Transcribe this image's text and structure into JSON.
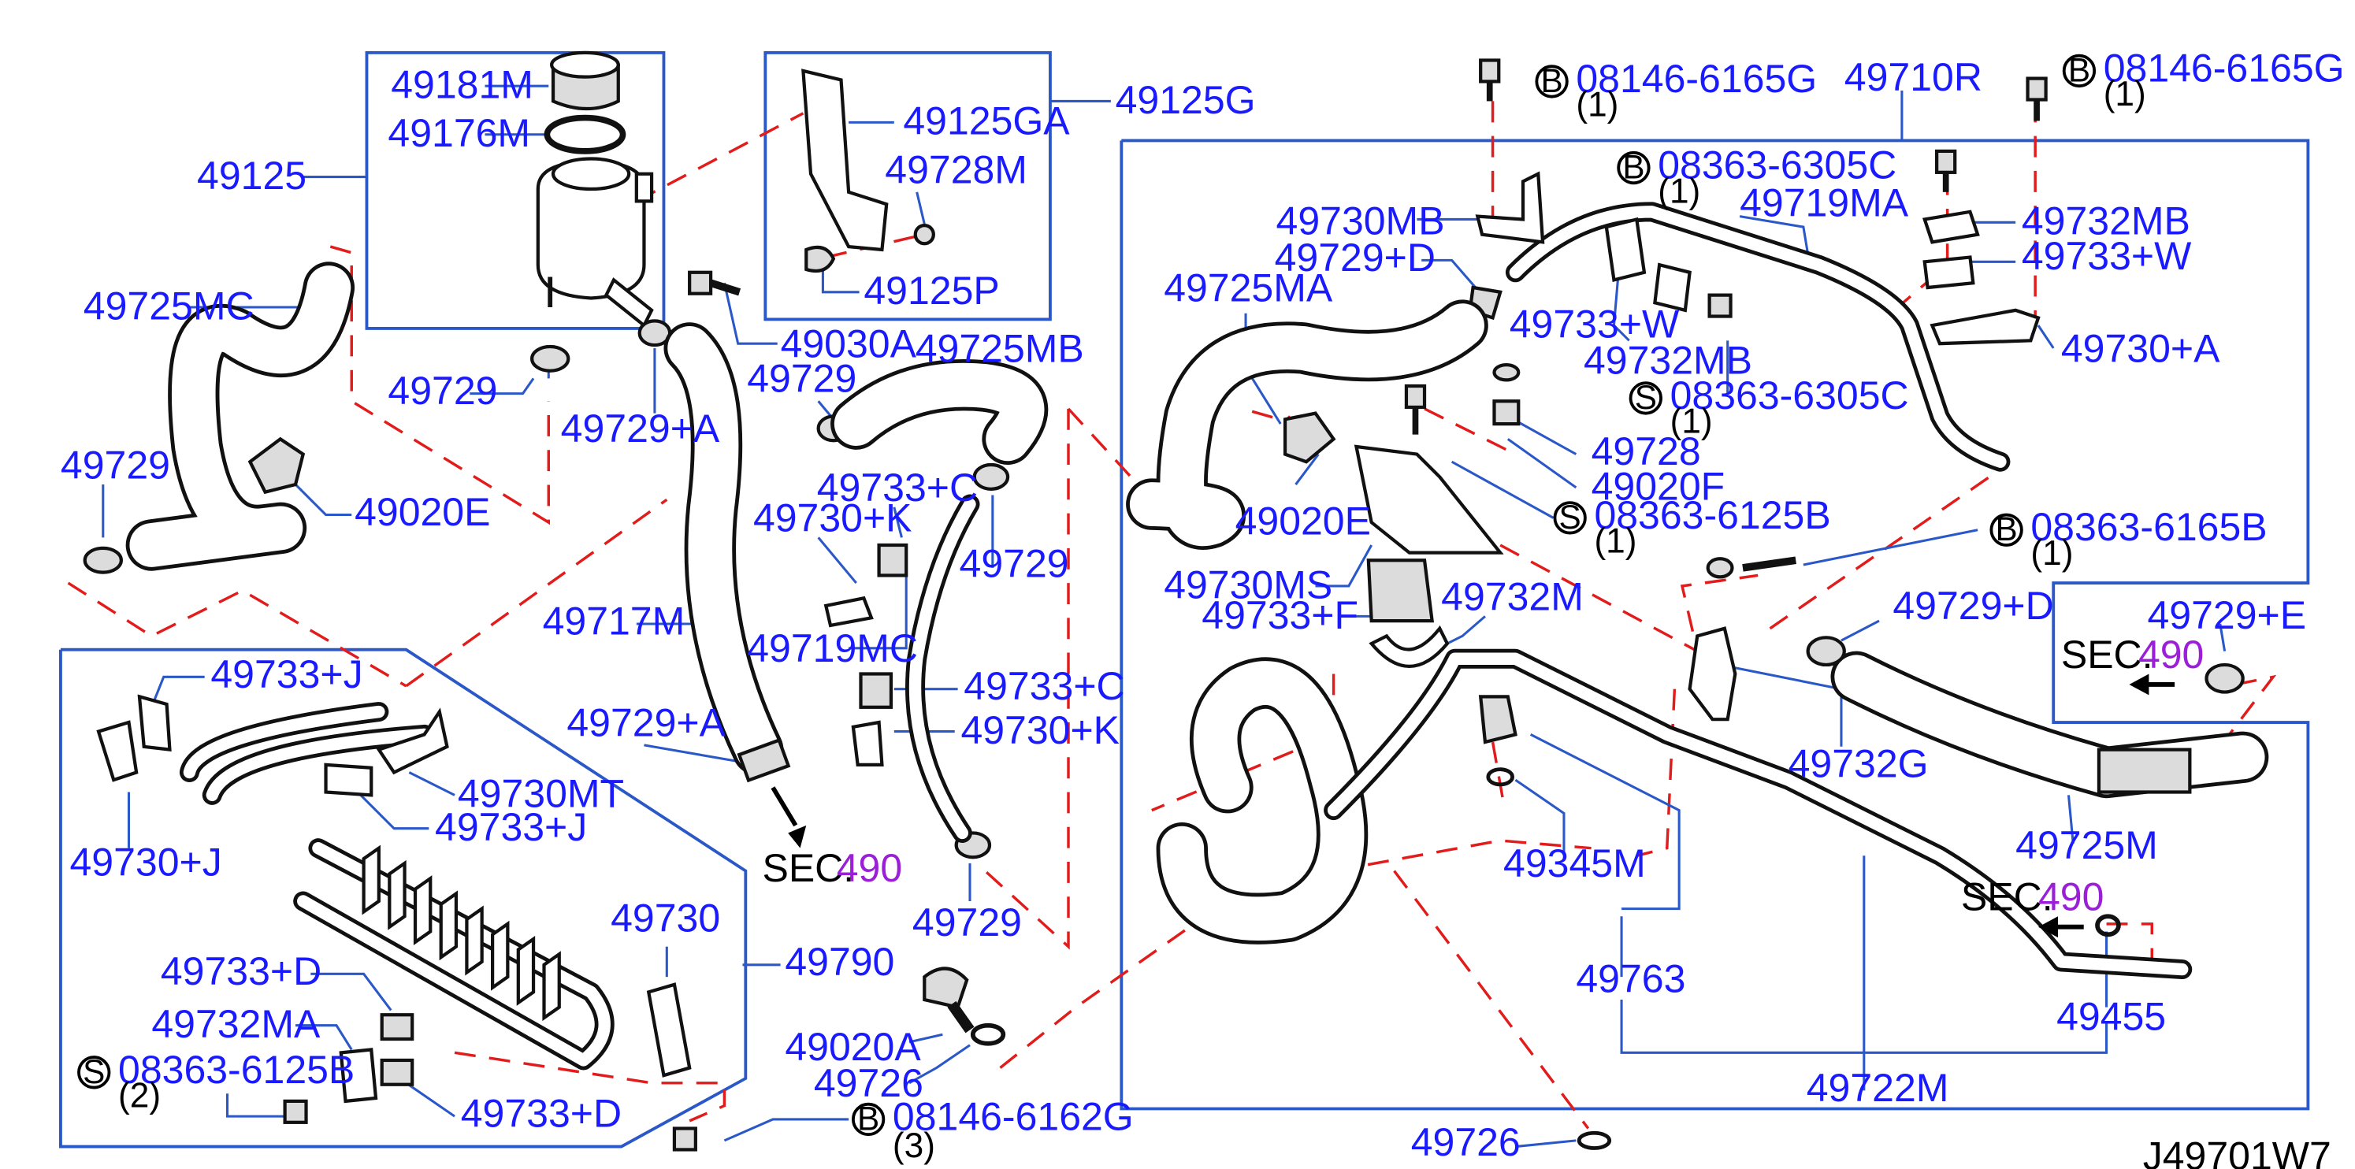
{
  "drawing_code": "J49701W7",
  "parts": [
    {
      "id": "p49181M",
      "text": "49181M"
    },
    {
      "id": "p49176M",
      "text": "49176M"
    },
    {
      "id": "p49125",
      "text": "49125"
    },
    {
      "id": "p49125GA",
      "text": "49125GA"
    },
    {
      "id": "p49125G",
      "text": "49125G"
    },
    {
      "id": "p49728M",
      "text": "49728M"
    },
    {
      "id": "p49125P",
      "text": "49125P"
    },
    {
      "id": "p49725MC",
      "text": "49725MC"
    },
    {
      "id": "p49030A",
      "text": "49030A"
    },
    {
      "id": "p49729_a",
      "text": "49729"
    },
    {
      "id": "p49729A_a",
      "text": "49729+A"
    },
    {
      "id": "p49725MB",
      "text": "49725MB"
    },
    {
      "id": "p49729_b",
      "text": "49729"
    },
    {
      "id": "p49729_c",
      "text": "49729"
    },
    {
      "id": "p49020E_a",
      "text": "49020E"
    },
    {
      "id": "p49733C_a",
      "text": "49733+C"
    },
    {
      "id": "p49730K_a",
      "text": "49730+K"
    },
    {
      "id": "p49729_d",
      "text": "49729"
    },
    {
      "id": "p49717M",
      "text": "49717M"
    },
    {
      "id": "p49719MC",
      "text": "49719MC"
    },
    {
      "id": "p49733C_b",
      "text": "49733+C"
    },
    {
      "id": "p49729A_b",
      "text": "49729+A"
    },
    {
      "id": "p49730K_b",
      "text": "49730+K"
    },
    {
      "id": "p49733J_a",
      "text": "49733+J"
    },
    {
      "id": "p49730MT",
      "text": "49730MT"
    },
    {
      "id": "p49733J_b",
      "text": "49733+J"
    },
    {
      "id": "p49730J",
      "text": "49730+J"
    },
    {
      "id": "p49729_e",
      "text": "49729"
    },
    {
      "id": "p49730",
      "text": "49730"
    },
    {
      "id": "p49790",
      "text": "49790"
    },
    {
      "id": "p49733D_a",
      "text": "49733+D"
    },
    {
      "id": "p49732MA",
      "text": "49732MA"
    },
    {
      "id": "p49733D_b",
      "text": "49733+D"
    },
    {
      "id": "p49020A",
      "text": "49020A"
    },
    {
      "id": "p49726_a",
      "text": "49726"
    },
    {
      "id": "p49710R",
      "text": "49710R"
    },
    {
      "id": "p49730MB",
      "text": "49730MB"
    },
    {
      "id": "p49719MA",
      "text": "49719MA"
    },
    {
      "id": "p49732MB_a",
      "text": "49732MB"
    },
    {
      "id": "p49729D_a",
      "text": "49729+D"
    },
    {
      "id": "p49733W_a",
      "text": "49733+W"
    },
    {
      "id": "p49725MA",
      "text": "49725MA"
    },
    {
      "id": "p49733W_b",
      "text": "49733+W"
    },
    {
      "id": "p49732MB_b",
      "text": "49732MB"
    },
    {
      "id": "p49730A",
      "text": "49730+A"
    },
    {
      "id": "p49728",
      "text": "49728"
    },
    {
      "id": "p49020F",
      "text": "49020F"
    },
    {
      "id": "p49020E_b",
      "text": "49020E"
    },
    {
      "id": "p49730MS",
      "text": "49730MS"
    },
    {
      "id": "p49733F",
      "text": "49733+F"
    },
    {
      "id": "p49732M",
      "text": "49732M"
    },
    {
      "id": "p49729D_b",
      "text": "49729+D"
    },
    {
      "id": "p49729E",
      "text": "49729+E"
    },
    {
      "id": "p49732G",
      "text": "49732G"
    },
    {
      "id": "p49725M",
      "text": "49725M"
    },
    {
      "id": "p49345M",
      "text": "49345M"
    },
    {
      "id": "p49763",
      "text": "49763"
    },
    {
      "id": "p49455",
      "text": "49455"
    },
    {
      "id": "p49722M",
      "text": "49722M"
    },
    {
      "id": "p49726_b",
      "text": "49726"
    }
  ],
  "fasteners": [
    {
      "id": "f1",
      "letter": "B",
      "code": "08146-6165G",
      "qty": "(1)"
    },
    {
      "id": "f2",
      "letter": "B",
      "code": "08146-6165G",
      "qty": "(1)"
    },
    {
      "id": "f3",
      "letter": "B",
      "code": "08363-6305C",
      "qty": "(1)"
    },
    {
      "id": "f4",
      "letter": "S",
      "code": "08363-6305C",
      "qty": "(1)"
    },
    {
      "id": "f5",
      "letter": "S",
      "code": "08363-6125B",
      "qty": "(1)"
    },
    {
      "id": "f6",
      "letter": "B",
      "code": "08363-6165B",
      "qty": "(1)"
    },
    {
      "id": "f7",
      "letter": "S",
      "code": "08363-6125B",
      "qty": "(2)"
    },
    {
      "id": "f8",
      "letter": "B",
      "code": "08146-6162G",
      "qty": "(3)"
    }
  ],
  "section_refs": [
    {
      "id": "s1",
      "label": "SEC.",
      "num": "490"
    },
    {
      "id": "s2",
      "label": "SEC.",
      "num": "490"
    },
    {
      "id": "s3",
      "label": "SEC.",
      "num": "490"
    }
  ],
  "colors": {
    "part_number": "#1a1aff",
    "section_number": "#9a1fd6",
    "leader": "#2b58c8",
    "phantom": "#e21b1b"
  }
}
